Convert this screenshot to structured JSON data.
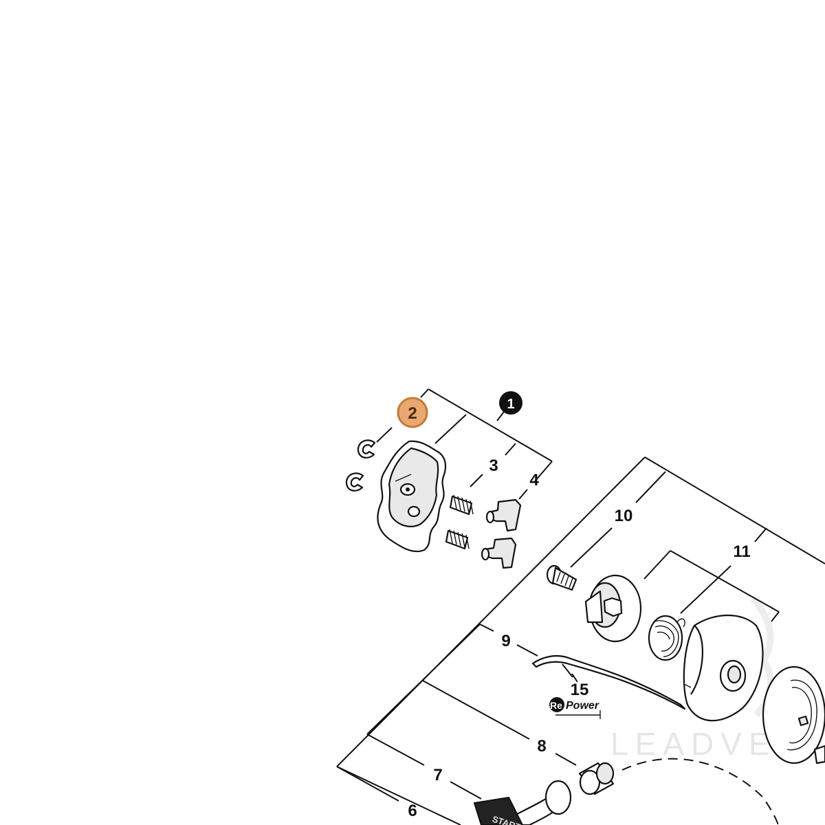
{
  "diagram": {
    "assembly_callout": "1",
    "highlight_color": "#e9a871",
    "highlight_label": "2",
    "labels": {
      "p3": "3",
      "p4": "4",
      "p6": "6",
      "p7": "7",
      "p8": "8",
      "p9": "9",
      "p10": "10",
      "p11": "11",
      "p15": "15"
    },
    "repower_re": "Re",
    "repower_power": "Power",
    "handle_text": "START",
    "watermark": "LEADVE"
  }
}
